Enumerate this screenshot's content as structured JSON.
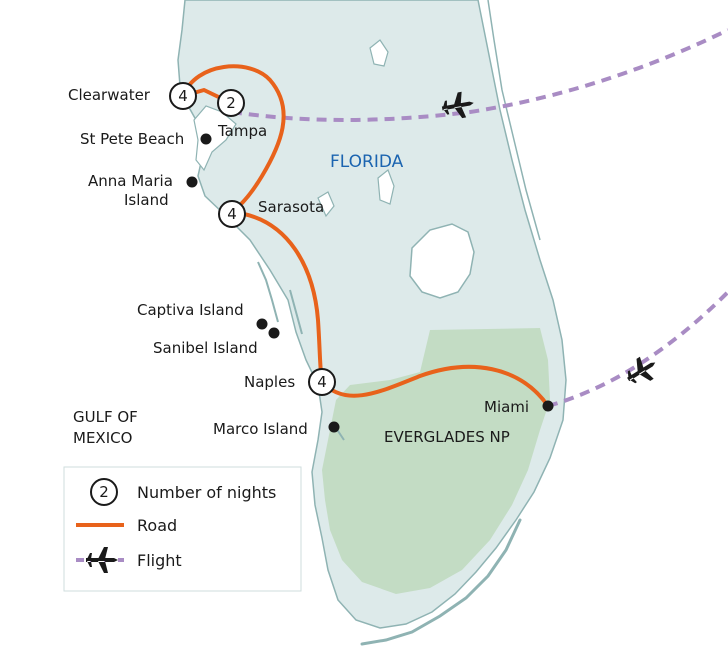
{
  "colors": {
    "water": "#ffffff",
    "land": "#ddeaea",
    "coast": "#8fb3b3",
    "park": "#c3dcc4",
    "road": "#e8621b",
    "flight": "#a98cc4",
    "text": "#1a1a1a",
    "region_text": "#1b64b0"
  },
  "region_labels": {
    "state": "FLORIDA",
    "gulf_line1": "GULF OF",
    "gulf_line2": "MEXICO",
    "park": "EVERGLADES NP"
  },
  "places": {
    "clearwater": "Clearwater",
    "tampa": "Tampa",
    "st_pete": "St Pete Beach",
    "anna_maria_line1": "Anna Maria",
    "anna_maria_line2": "Island",
    "sarasota": "Sarasota",
    "captiva": "Captiva Island",
    "sanibel": "Sanibel Island",
    "naples": "Naples",
    "marco": "Marco Island",
    "miami": "Miami"
  },
  "nights": {
    "clearwater": "4",
    "tampa": "2",
    "sarasota": "4",
    "naples": "4"
  },
  "legend": {
    "nights_symbol": "2",
    "nights_label": "Number of nights",
    "road_label": "Road",
    "flight_label": "Flight"
  },
  "icons": {
    "flight": "airplane-icon"
  }
}
